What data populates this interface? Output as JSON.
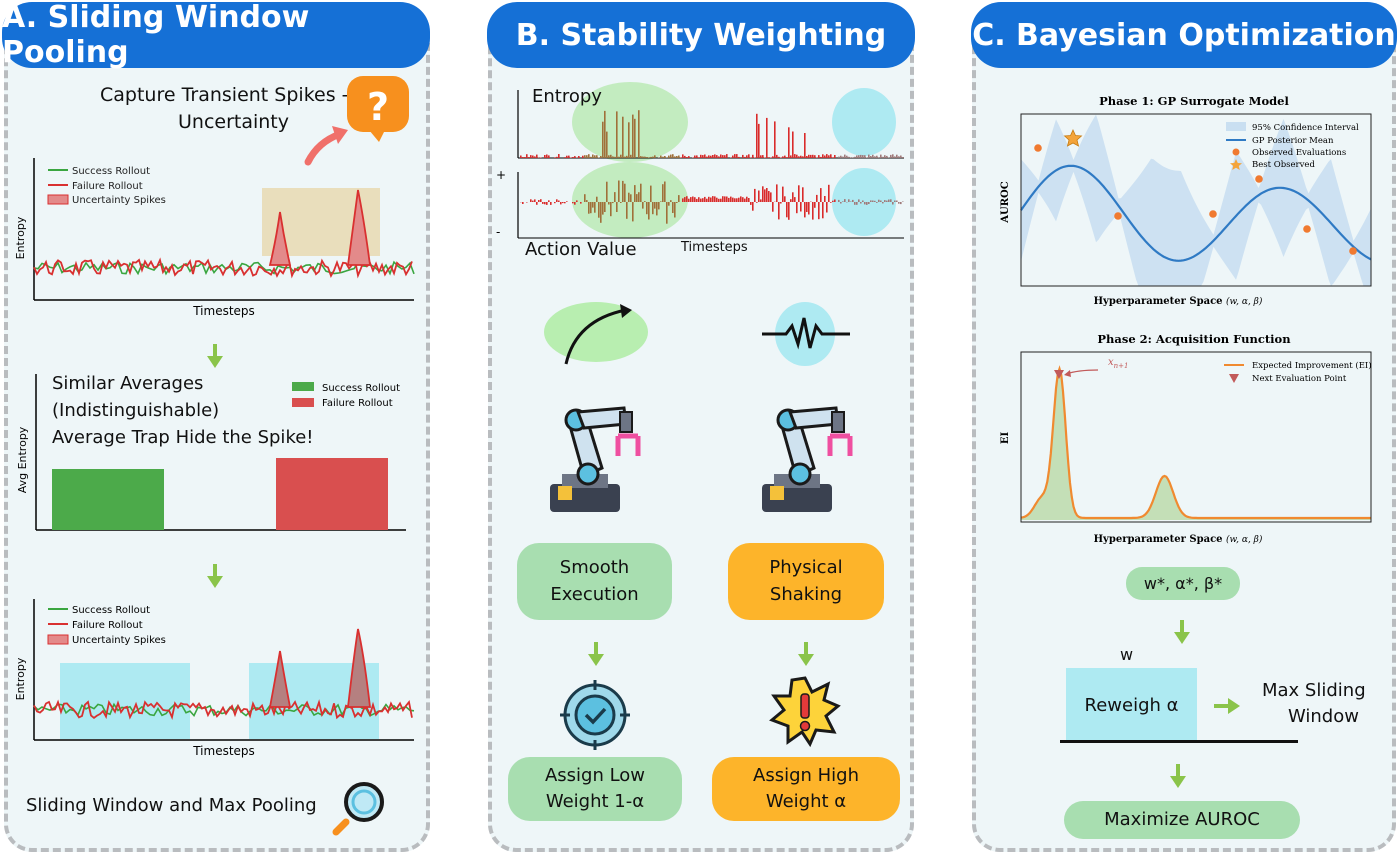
{
  "panels": {
    "a": {
      "title": "A. Sliding Window Pooling",
      "capture_text_1": "Capture Transient Spikes -",
      "capture_text_2": "Uncertainty",
      "question_mark": "?",
      "chart1": {
        "legend": [
          "Success Rollout",
          "Failure Rollout",
          "Uncertainty Spikes"
        ],
        "ylabel": "Entropy",
        "xlabel": "Timesteps"
      },
      "bar_chart": {
        "lines": [
          "Similar Averages",
          "(Indistinguishable)",
          "Average Trap Hide the Spike!"
        ],
        "legend": [
          "Success Rollout",
          "Failure Rollout"
        ],
        "ylabel": "Avg Entropy"
      },
      "chart2": {
        "legend": [
          "Success Rollout",
          "Failure Rollout",
          "Uncertainty Spikes"
        ],
        "ylabel": "Entropy",
        "xlabel": "Timesteps"
      },
      "bottom_text": "Sliding Window and Max Pooling"
    },
    "b": {
      "title": "B. Stability Weighting",
      "entropy_label": "Entropy",
      "action_label": "Action Value",
      "timesteps_label": "Timesteps",
      "plus": "+",
      "minus": "-",
      "smooth_1": "Smooth",
      "smooth_2": "Execution",
      "shaking_1": "Physical",
      "shaking_2": "Shaking",
      "low_1": "Assign Low",
      "low_2": "Weight 1-α",
      "high_1": "Assign High",
      "high_2": "Weight α"
    },
    "c": {
      "title": "C. Bayesian Optimization",
      "phase1": {
        "title": "Phase 1: GP Surrogate Model",
        "ylabel": "AUROC",
        "xlabel": "Hyperparameter Space",
        "xvars": "(w, α, β)",
        "legend": [
          "95% Confidence Interval",
          "GP Posterior Mean",
          "Observed Evaluations",
          "Best Observed"
        ]
      },
      "phase2": {
        "title": "Phase 2: Acquisition Function",
        "ylabel": "EI",
        "xlabel": "Hyperparameter Space",
        "xvars": "(w, α, β)",
        "annotation": "x",
        "annotation_sub": "n+1",
        "legend": [
          "Expected Improvement (EI)",
          "Next Evaluation Point"
        ]
      },
      "params": "w*, α*, β*",
      "w_label": "w",
      "reweigh": "Reweigh α",
      "max_1": "Max Sliding",
      "max_2": "Window",
      "maximize": "Maximize AUROC"
    }
  },
  "colors": {
    "header": "#1570d6",
    "success": "#3aa640",
    "failure": "#d93030",
    "spike_fill": "#e38a8a",
    "window": "#aeeaf2",
    "accent_green": "#8ac44a",
    "orange": "#fdb42a",
    "gp_line": "#2f7ac4"
  }
}
